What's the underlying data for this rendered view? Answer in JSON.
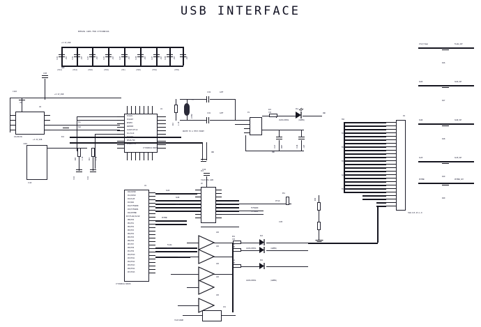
{
  "sheet": {
    "title": "USB INTERFACE",
    "notes": {
      "bypass_caps": "BYPASS CAPS FOR CY7C68013A",
      "route_test_point": "ROUTE TO A TEST POINT"
    }
  },
  "nets": {
    "vcc33": "+3.3V_USB",
    "gnd": "GND",
    "vbus": "VBUS",
    "usb_dp": "USB_D+",
    "usb_dm": "USB_D-",
    "scl": "SCL",
    "sda": "SDA",
    "reset": "RESET#",
    "wakeup": "WAKEUP#",
    "clkout": "CLKOUT",
    "ifclk": "IFCLK",
    "xtalin": "XTALIN",
    "xtalout": "XTALOUT"
  },
  "bypass_caps": {
    "title": "BYPASS CAPS FOR CY7C68013A",
    "rail_label": "+3.3V_USB",
    "gnd_label": "GND",
    "items": [
      {
        "ref": "C131",
        "value": ".1UF",
        "pin": "(P12)"
      },
      {
        "ref": "C132",
        "value": ".1UF",
        "pin": "(P14)"
      },
      {
        "ref": "C133",
        "value": ".1UF",
        "pin": "(P24)"
      },
      {
        "ref": "C134",
        "value": ".1UF",
        "pin": "(P19)"
      },
      {
        "ref": "C135",
        "value": ".1UF",
        "pin": "(P4)"
      },
      {
        "ref": "C136",
        "value": ".1UF",
        "pin": "(P26)"
      },
      {
        "ref": "C137",
        "value": ".1UF",
        "pin": "(P34)"
      },
      {
        "ref": "C138",
        "value": ".1UF",
        "pin": "(P39)"
      },
      {
        "ref": "C139",
        "value": ".1UF",
        "pin": ""
      }
    ]
  },
  "eeprom": {
    "ref": "U2",
    "part": "24LC00/SN",
    "pins_left": [
      "A0",
      "A1",
      "A2",
      "VSS"
    ],
    "pins_right": [
      "VCC",
      "WP",
      "SCL",
      "SDA"
    ],
    "cap": {
      "ref": "C118",
      "value": ".1UF"
    },
    "rail": "+3.3V_USB",
    "pullups": [
      {
        "ref": "R10",
        "value": "2.2K"
      },
      {
        "ref": "R11",
        "value": "2.2K"
      }
    ],
    "filter_caps": [
      {
        "ref": "C121",
        "value": ".1UF"
      },
      {
        "ref": "C122",
        "value": ".1UF"
      }
    ],
    "side_cap": {
      "ref": "C119",
      "value": ".1UF"
    },
    "conn_ref": "J104"
  },
  "mcu_top": {
    "ref": "U1",
    "part": "CY7C68013A-56PVXC",
    "pins_right": [
      "XTALIN",
      "XTALOUT",
      "RESET#",
      "WAKEUP#",
      "CLKOUT/IFCLK",
      "SCL/SCLK",
      "SDA/TDI",
      "DPLUS/TDO",
      "DMINUS/TMS"
    ],
    "pins_left": [
      "VCC",
      "VCC",
      "GND",
      "GND",
      "AVCC",
      "AGND",
      "RDY0/SLRD",
      "RDY1/SLWR",
      "CTL0/FLAGA",
      "CTL1/FLAGB",
      "CTL2/FLAGC"
    ]
  },
  "crystal": {
    "ref": "Y1",
    "value": "24MHZ",
    "caps": [
      {
        "ref": "C152",
        "value": "12PF"
      },
      {
        "ref": "C151",
        "value": "12PF"
      }
    ],
    "res": [
      {
        "ref": "R13",
        "value": "1M"
      },
      {
        "ref": "R14",
        "value": "2.2K"
      }
    ]
  },
  "usb_conn": {
    "ref": "P1",
    "part": "USB-B",
    "pins": [
      "VBUS",
      "D-",
      "D+",
      "GND"
    ],
    "caps": [
      {
        "ref": "C117",
        "value": "10UF"
      },
      {
        "ref": "C116",
        "value": ".1UF"
      }
    ],
    "led": {
      "ref": "DS1",
      "part": "LNJ312C8TRA",
      "color": "(GREEN)"
    },
    "res": {
      "ref": "R15",
      "value": "330"
    },
    "test_point": {
      "ref": "P13",
      "label": "ROUTE TO A TEST POINT"
    }
  },
  "mcu_bottom": {
    "ref": "U1",
    "part": "CY7C68013A-56PVXC",
    "pins": [
      "PA0/INT0#",
      "PA1/INT1#",
      "PA2/SLOE",
      "PA3/WU2",
      "PA4/FIFOADR0",
      "PA5/FIFOADR1",
      "PA6/PKTEND",
      "PA7/FLAGD/SLCS#",
      "PB0/FD0",
      "PB1/FD1",
      "PB2/FD2",
      "PB3/FD3",
      "PB4/FD4",
      "PB5/FD5",
      "PB6/FD6",
      "PB7/FD7",
      "PD0/FD8",
      "PD1/FD9",
      "PD2/FD10",
      "PD3/FD11",
      "PD4/FD12",
      "PD5/FD13",
      "PD6/FD14",
      "PD7/FD15"
    ]
  },
  "buffer_ic": {
    "ref": "U3",
    "part": "74LVC245A LAPN",
    "pins_left": [
      "A1",
      "A2",
      "A3",
      "A4",
      "A5",
      "A6",
      "A7",
      "A8",
      "OE",
      "DIR"
    ],
    "pins_right": [
      "B1",
      "B2",
      "B3",
      "B4",
      "B5",
      "B6",
      "B7",
      "B8",
      "VCC",
      "GND"
    ]
  },
  "gates": [
    {
      "ref": "U10",
      "in": "1",
      "out": "2"
    },
    {
      "ref": "U10",
      "in": "3",
      "out": "4"
    },
    {
      "ref": "U10",
      "in": "5",
      "out": "6"
    },
    {
      "ref": "U10",
      "in": "9",
      "out": "8"
    },
    {
      "ref": "U10",
      "in": "13",
      "out": "12"
    }
  ],
  "gate_part": "74LVC14ADB",
  "led_branches": [
    {
      "res_ref": "R52",
      "res_val": "330",
      "led_ref": "DS3",
      "led_part": "LNJ312C8TRA",
      "color": "(GREEN)"
    },
    {
      "res_ref": "R53",
      "res_val": "330",
      "led_ref": "DS4",
      "led_part": "LNJ312C8TRA",
      "color": "(GREEN)"
    },
    {
      "res_ref": "R54",
      "res_val": "330",
      "led_ref": "DS5",
      "led_part": "LNJ312C8TRA",
      "color": "(GREEN)"
    }
  ],
  "bottom_box": {
    "ref": "U11",
    "part": "74LVC14ADB"
  },
  "header": {
    "ref": "P2",
    "part": "SSW-113-23-L-D",
    "pin_count": 26,
    "signals": [
      "FD0",
      "FD1",
      "FD2",
      "FD3",
      "FD4",
      "FD5",
      "FD6",
      "FD7",
      "FD8",
      "FD9",
      "FD10",
      "FD11",
      "FD12",
      "FD13",
      "FD14",
      "FD15",
      "SLRD",
      "SLWR",
      "SLOE",
      "PKTEND",
      "FIFOADR0",
      "FIFOADR1",
      "FLAGA",
      "FLAGB",
      "VCC",
      "GND"
    ]
  },
  "right_column": [
    {
      "ref": "R16",
      "left_net": "CTL0_FLAGA",
      "right_net": "FLAGA_OUT"
    },
    {
      "ref": "R17",
      "left_net": "SLRD",
      "right_net": "SLRD_OUT"
    },
    {
      "ref": "R18",
      "left_net": "SLWR",
      "right_net": "SLWR_OUT"
    },
    {
      "ref": "R19",
      "left_net": "SLOE",
      "right_net": "SLOE_OUT"
    },
    {
      "ref": "R20",
      "left_net": "PKTEND",
      "right_net": "PKTEND_OUT"
    }
  ],
  "misc": {
    "r51": {
      "ref": "R51",
      "value": "10K"
    },
    "r50": {
      "ref": "R50",
      "value": "10K"
    },
    "c150": {
      "ref": "C150",
      "value": ".1UF"
    },
    "j105": {
      "ref": "J105"
    },
    "r12": {
      "ref": "R12",
      "value": "2.2K"
    }
  },
  "colors": {
    "wire": "#22222f",
    "text": "#2a2a40",
    "background": "#ffffff"
  }
}
